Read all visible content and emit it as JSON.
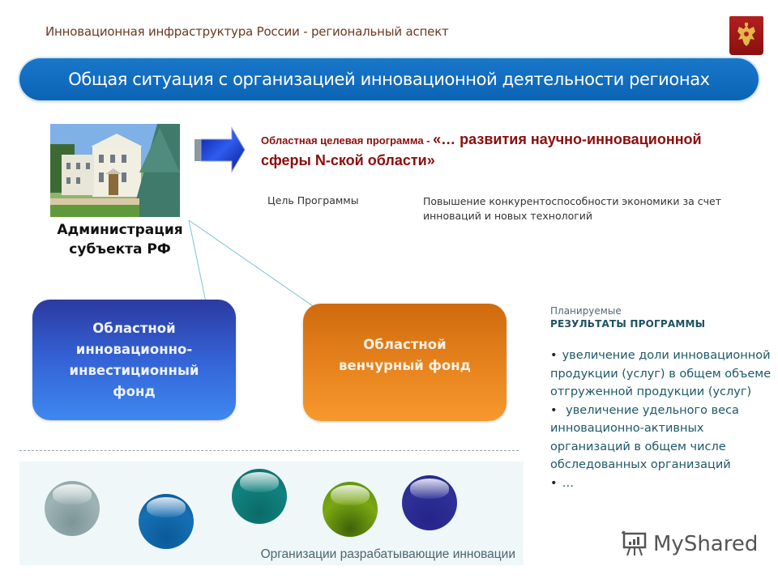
{
  "header": {
    "subtitle": "Инновационная инфраструктура России -   региональный аспект",
    "emblem_icon": "russian-coat-of-arms-icon"
  },
  "banner": {
    "title": "Общая ситуация с организацией инновационной деятельности регионах",
    "color": "#0b64b6"
  },
  "administration": {
    "label": "Администрация субъекта РФ",
    "photo": "administration-building-photo"
  },
  "program": {
    "prefix": "Областная целевая программа - ",
    "name": "«… развития научно-инновационной сферы N-ской области»",
    "goal_label": "Цель Программы",
    "goal_text": "Повышение конкурентоспособности экономики за счет инноваций и новых технологий"
  },
  "funds": [
    {
      "label": "Областной инновационно-инвестиционный фонд",
      "color": "#3463d6"
    },
    {
      "label": "Областной венчурный фонд",
      "color": "#e8841e"
    }
  ],
  "results": {
    "planned": "Планируемые",
    "heading": "РЕЗУЛЬТАТЫ ПРОГРАММЫ",
    "items": [
      "увеличение доли инновационной продукции (услуг) в общем объеме отгруженной продукции (услуг)",
      "увеличение удельного веса инновационно-активных организаций в общем числе обследованных организаций",
      "…"
    ]
  },
  "organizations": {
    "label": "Организации разрабатывающие инновации",
    "balls": [
      {
        "color": "#8ea4a8"
      },
      {
        "color": "#0e5f9e"
      },
      {
        "color": "#0d7a77"
      },
      {
        "color": "#6e9a0c"
      },
      {
        "color": "#2a2b8c"
      }
    ]
  },
  "watermark": {
    "text": "MyShared"
  }
}
